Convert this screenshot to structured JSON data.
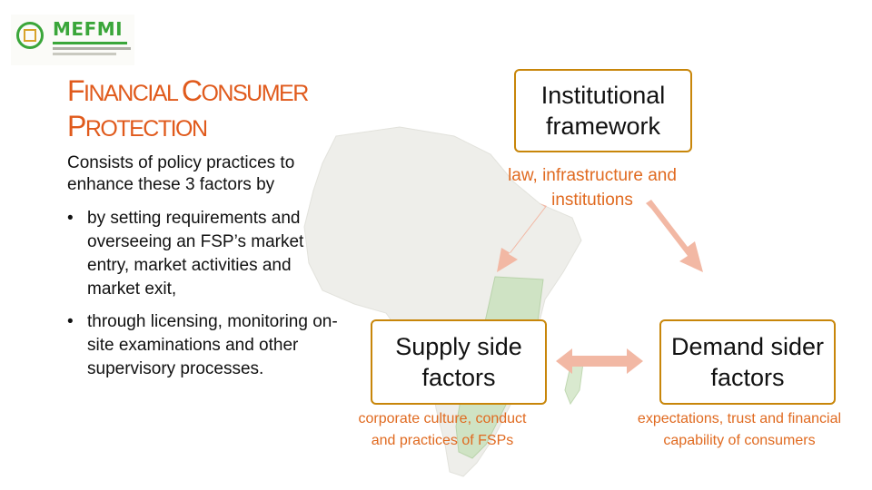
{
  "logo": {
    "name": "MEFMI"
  },
  "slide": {
    "title_first_letter_1": "F",
    "title_rest_1": "INANCIAL ",
    "title_first_letter_2": "C",
    "title_rest_2": "ONSUMER",
    "title_first_letter_3": "P",
    "title_rest_3": "ROTECTION",
    "intro": "Consists of policy practices to enhance these 3 factors by",
    "bullets": [
      "by setting requirements and overseeing an FSP’s market entry, market activities and market exit,",
      "through licensing, monitoring on-site examinations and other supervisory processes."
    ],
    "bullet_glyph": "•"
  },
  "diagram": {
    "nodes": [
      {
        "label": "Institutional framework",
        "sub": "law, infrastructure and institutions"
      },
      {
        "label": "Supply side factors",
        "sub": "corporate culture, conduct and practices of FSPs"
      },
      {
        "label": "Demand sider factors",
        "sub": "expectations, trust and financial capability of consumers"
      }
    ]
  },
  "colors": {
    "accent": "#e05a1c",
    "node_border": "#c8860a",
    "arrow": "#f2b8a4",
    "map_land": "#eeeeea",
    "map_region": "#cfe3c4"
  }
}
